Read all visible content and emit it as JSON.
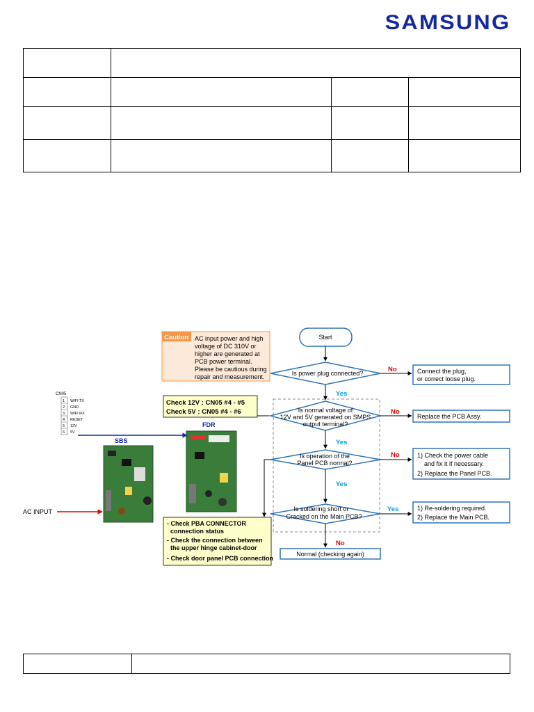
{
  "brand": {
    "logo": "SAMSUNG"
  },
  "caution": {
    "tag": "Caution",
    "lines": [
      "AC input power and high",
      "voltage of DC 310V or",
      "higher are generated at",
      "PCB power terminal.",
      "Please be cautious during",
      "repair and measurement."
    ]
  },
  "check_volt": {
    "line1": "Check 12V : CN05 #4 - #5",
    "line2": "Check 5V : CN05 #4 - #6"
  },
  "connector": {
    "title": "CN05",
    "pins": [
      {
        "num": "1",
        "name": "WIFI TX"
      },
      {
        "num": "2",
        "name": "GND"
      },
      {
        "num": "3",
        "name": "WIFI RX"
      },
      {
        "num": "4",
        "name": "RESET"
      },
      {
        "num": "5",
        "name": "12V"
      },
      {
        "num": "6",
        "name": "5V"
      }
    ]
  },
  "boards": {
    "sbs": "SBS",
    "fdr": "FDR",
    "ac_input": "AC INPUT"
  },
  "pba_check": {
    "lines": [
      "- Check PBA CONNECTOR",
      "  connection status",
      "- Check the connection between",
      "  the upper hinge cabinet-door",
      "- Check door panel PCB connection"
    ]
  },
  "flow": {
    "start": "Start",
    "d1": [
      "Is power plug connected?"
    ],
    "d2": [
      "Is normal voltage of",
      "12V and 5V generated on SMPS",
      "output terminal?"
    ],
    "d3": [
      "Is operation of the",
      "Panel PCB normal?"
    ],
    "d4": [
      "Is soldering short or",
      "Cracked on the Main PCB?"
    ],
    "a1": [
      "Connect the plug,",
      "or correct loose plug."
    ],
    "a2": [
      "Replace the PCB Assy."
    ],
    "a3": [
      "1) Check the power cable",
      "    and fix it if necessary.",
      "2) Replace the Panel PCB."
    ],
    "a4": [
      "1) Re-soldering required.",
      "2) Replace the Main PCB."
    ],
    "end": "Normal (checking again)",
    "labels": {
      "no": "No",
      "yes": "Yes"
    }
  },
  "colors": {
    "brand": "#1428a0",
    "box_border": "#2e74b5",
    "caution_fill": "#fde9d9",
    "caution_tag": "#f79646",
    "note_fill": "#ffffcc",
    "no": "#e30000",
    "yes": "#00a3e0",
    "board_green": "#3a7d3a"
  }
}
